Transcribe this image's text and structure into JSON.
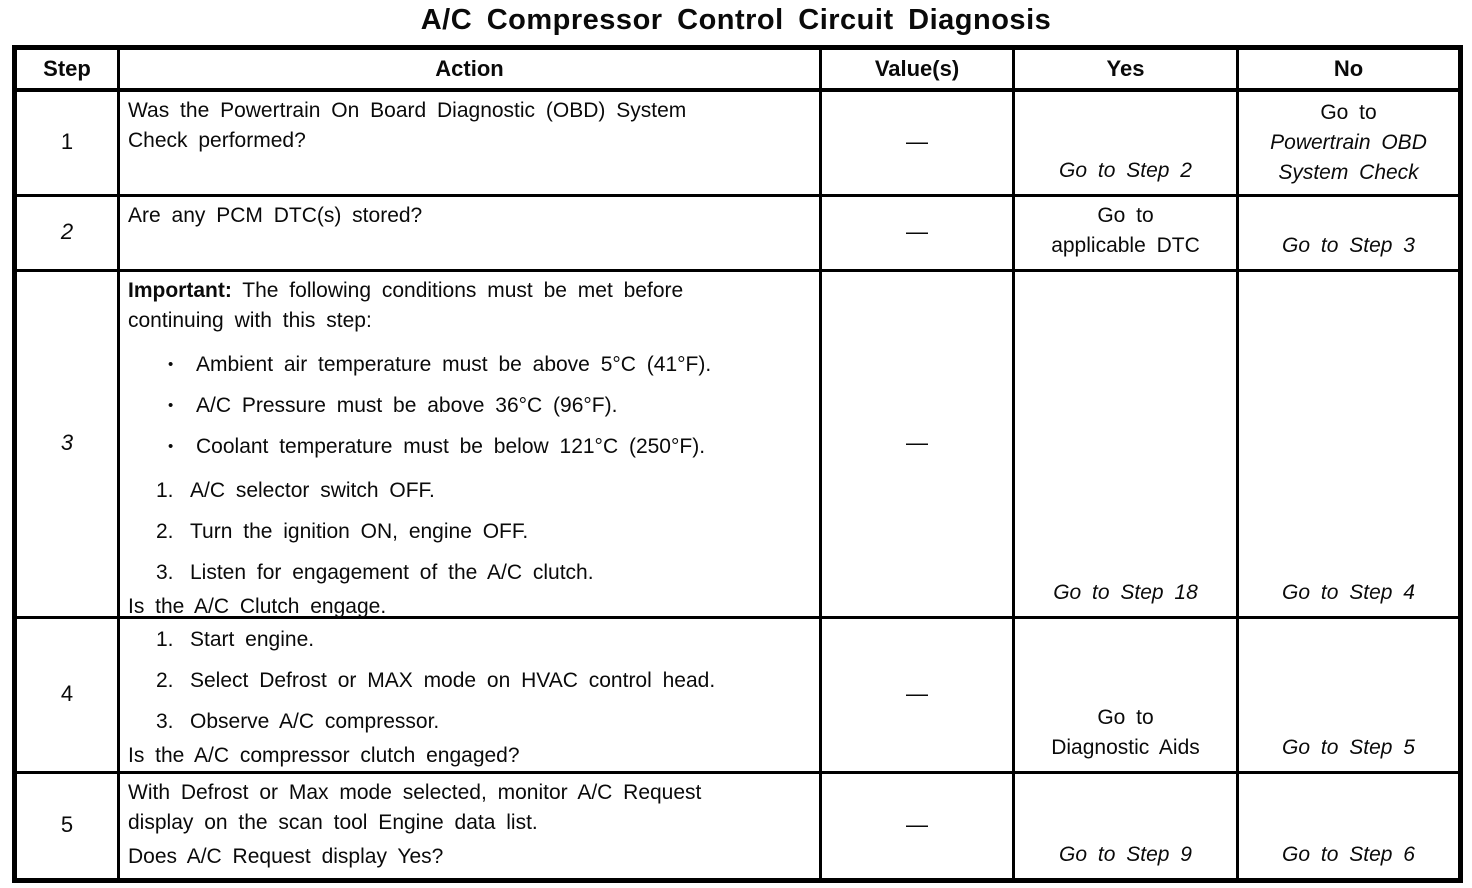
{
  "title": "A/C Compressor Control Circuit Diagnosis",
  "glyphs": {
    "bullet": "•"
  },
  "table": {
    "headers": {
      "step": "Step",
      "action": "Action",
      "values": "Value(s)",
      "yes": "Yes",
      "no": "No"
    },
    "rows": [
      {
        "step": "1",
        "action": {
          "line1": "Was the Powertrain On Board Diagnostic (OBD) System",
          "line2": "Check performed?"
        },
        "value": "—",
        "yes": {
          "line1": "Go to Step 2"
        },
        "no": {
          "line1": "Go to",
          "line2": "Powertrain OBD",
          "line3": "System Check"
        }
      },
      {
        "step": "2",
        "action": {
          "line1": "Are any PCM DTC(s) stored?"
        },
        "value": "—",
        "yes": {
          "line1": "Go to",
          "line2": "applicable DTC"
        },
        "no": {
          "line1": "Go to Step 3"
        }
      },
      {
        "step": "3",
        "action": {
          "important_label": "Important:",
          "important_line1": " The following conditions must be met before",
          "important_line2": "continuing with this step:",
          "bullets": [
            "Ambient air temperature must be above 5°C (41°F).",
            "A/C Pressure must be above 36°C (96°F).",
            "Coolant temperature must be below 121°C (250°F)."
          ],
          "numbered": [
            {
              "n": "1.",
              "t": "A/C selector switch OFF."
            },
            {
              "n": "2.",
              "t": "Turn the ignition ON, engine OFF."
            },
            {
              "n": "3.",
              "t": "Listen for engagement of the A/C clutch."
            }
          ],
          "question": "Is the A/C Clutch engage."
        },
        "value": "—",
        "yes": {
          "line1": "Go to Step 18"
        },
        "no": {
          "line1": "Go to Step 4"
        }
      },
      {
        "step": "4",
        "action": {
          "numbered": [
            {
              "n": "1.",
              "t": "Start engine."
            },
            {
              "n": "2.",
              "t": "Select Defrost or MAX mode on HVAC control head."
            },
            {
              "n": "3.",
              "t": "Observe A/C compressor."
            }
          ],
          "question": "Is the A/C compressor clutch engaged?"
        },
        "value": "—",
        "yes": {
          "line1": "Go to",
          "line2": "Diagnostic Aids"
        },
        "no": {
          "line1": "Go to Step 5"
        }
      },
      {
        "step": "5",
        "action": {
          "line1": "With Defrost or Max mode selected, monitor A/C Request",
          "line2": "display on the scan tool Engine data list.",
          "question": "Does A/C Request display Yes?"
        },
        "value": "—",
        "yes": {
          "line1": "Go to Step 9"
        },
        "no": {
          "line1": "Go to Step 6"
        }
      }
    ]
  }
}
